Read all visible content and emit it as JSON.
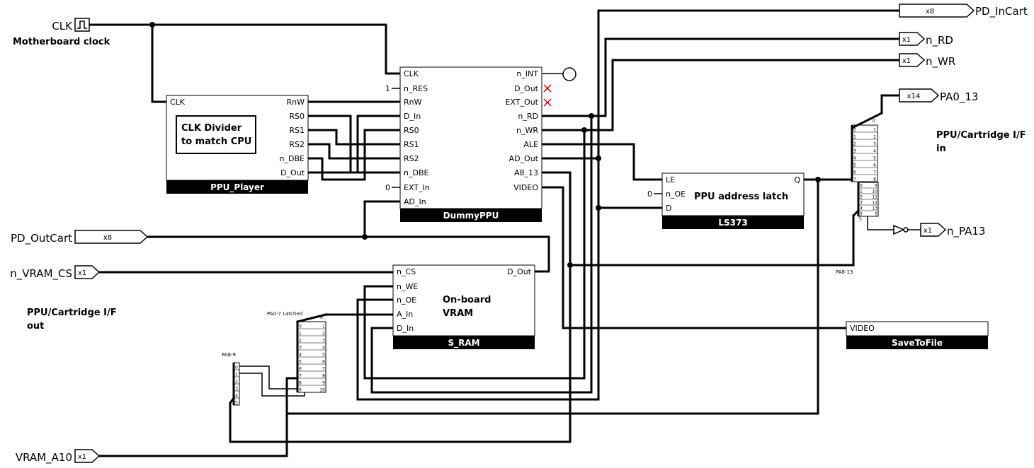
{
  "inputs": {
    "clk": "CLK",
    "clk_caption": "Motherboard clock",
    "pd_outcart": "PD_OutCart",
    "pd_outcart_width": "x8",
    "n_vram_cs": "n_VRAM_CS",
    "n_vram_cs_width": "x1",
    "vram_a10": "VRAM_A10",
    "vram_a10_width": "x1"
  },
  "outputs": {
    "pd_incart": "PD_InCart",
    "pd_incart_width": "x8",
    "n_rd": "n_RD",
    "n_rd_width": "x1",
    "n_wr": "n_WR",
    "n_wr_width": "x1",
    "pa0_13": "PA0_13",
    "pa0_13_width": "x14",
    "n_pa13": "n_PA13",
    "n_pa13_width": "x1"
  },
  "notes": {
    "if_in_1": "PPU/Cartridge I/F",
    "if_in_2": "in",
    "if_out_1": "PPU/Cartridge I/F",
    "if_out_2": "out",
    "pa8_13": "PA8-13",
    "pa0_7_latched": "PA0-7 Latched",
    "pa8_9": "PA8-9"
  },
  "ppu_player": {
    "title": "PPU_Player",
    "clk": "CLK",
    "rnw": "RnW",
    "rs0": "RS0",
    "rs1": "RS1",
    "rs2": "RS2",
    "n_dbe": "n_DBE",
    "d_out": "D_Out",
    "note_line1": "CLK Divider",
    "note_line2": "to match CPU"
  },
  "dummy_ppu": {
    "title": "DummyPPU",
    "clk": "CLK",
    "n_res": "n_RES",
    "rnw": "RnW",
    "d_in": "D_In",
    "rs0": "RS0",
    "rs1": "RS1",
    "rs2": "RS2",
    "n_dbe": "n_DBE",
    "ext_in": "EXT_In",
    "ad_in": "AD_In",
    "n_int": "n_INT",
    "d_out": "D_Out",
    "ext_out": "EXT_Out",
    "n_rd": "n_RD",
    "n_wr": "n_WR",
    "ale": "ALE",
    "ad_out": "AD_Out",
    "a8_13": "A8_13",
    "video": "VIDEO",
    "const_1": "1",
    "const_0": "0"
  },
  "ls373": {
    "title": "LS373",
    "le": "LE",
    "n_oe": "n_OE",
    "d": "D",
    "q": "Q",
    "const_0": "0",
    "note": "PPU address latch"
  },
  "s_ram": {
    "title": "S_RAM",
    "n_cs": "n_CS",
    "n_we": "n_WE",
    "n_oe": "n_OE",
    "a_in": "A_In",
    "d_in": "D_In",
    "d_out": "D_Out",
    "note_line1": "On-board",
    "note_line2": "VRAM"
  },
  "save_to_file": {
    "title": "SaveToFile",
    "video": "VIDEO"
  },
  "splitters": {
    "upper_a": {
      "top": "0",
      "bits": [
        "0",
        "1",
        "2",
        "3",
        "4",
        "5",
        "6",
        "7"
      ],
      "bottom": "8"
    },
    "upper_b": {
      "top": "9",
      "bits": [
        "0",
        "1",
        "2",
        "3",
        "4",
        "5"
      ],
      "nums": [
        "9",
        "10",
        "11",
        "12",
        "13",
        "5"
      ],
      "bottom": "5"
    },
    "latched": {
      "top": "0",
      "bits": [
        "0",
        "1",
        "2",
        "3",
        "4",
        "5",
        "6",
        "7",
        "8",
        "9"
      ],
      "nums": [
        "1",
        "2",
        "3",
        "4",
        "5",
        "6",
        "7",
        "8",
        "9",
        "10"
      ]
    },
    "pa89": {
      "bits": [
        "0",
        "1",
        "2",
        "3",
        "4",
        "5"
      ]
    }
  }
}
